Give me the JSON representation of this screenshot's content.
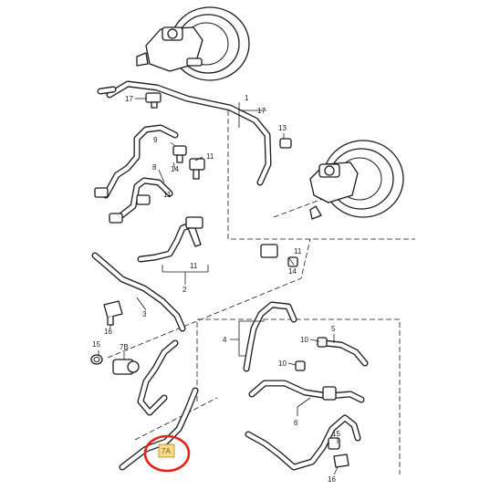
{
  "diagram": {
    "labels": [
      {
        "id": "label-1",
        "text": "1"
      },
      {
        "id": "label-17-top",
        "text": "17"
      },
      {
        "id": "label-17-left",
        "text": "17"
      },
      {
        "id": "label-13",
        "text": "13"
      },
      {
        "id": "label-9",
        "text": "9"
      },
      {
        "id": "label-11-a",
        "text": "11"
      },
      {
        "id": "label-14-a",
        "text": "14"
      },
      {
        "id": "label-8",
        "text": "8"
      },
      {
        "id": "label-11-b",
        "text": "11"
      },
      {
        "id": "label-2",
        "text": "2"
      },
      {
        "id": "label-11-c",
        "text": "11"
      },
      {
        "id": "label-11-d",
        "text": "11"
      },
      {
        "id": "label-14-b",
        "text": "14"
      },
      {
        "id": "label-3",
        "text": "3"
      },
      {
        "id": "label-16-a",
        "text": "16"
      },
      {
        "id": "label-15",
        "text": "15"
      },
      {
        "id": "label-7b",
        "text": "7B"
      },
      {
        "id": "label-4",
        "text": "4"
      },
      {
        "id": "label-5",
        "text": "5"
      },
      {
        "id": "label-10-a",
        "text": "10"
      },
      {
        "id": "label-10-b",
        "text": "10"
      },
      {
        "id": "label-6",
        "text": "6"
      },
      {
        "id": "label-15-b",
        "text": "15"
      },
      {
        "id": "label-16-b",
        "text": "16"
      }
    ],
    "highlight": {
      "text": "7A",
      "ring_color": "#e2231a",
      "box_color": "#f7d98a"
    }
  }
}
